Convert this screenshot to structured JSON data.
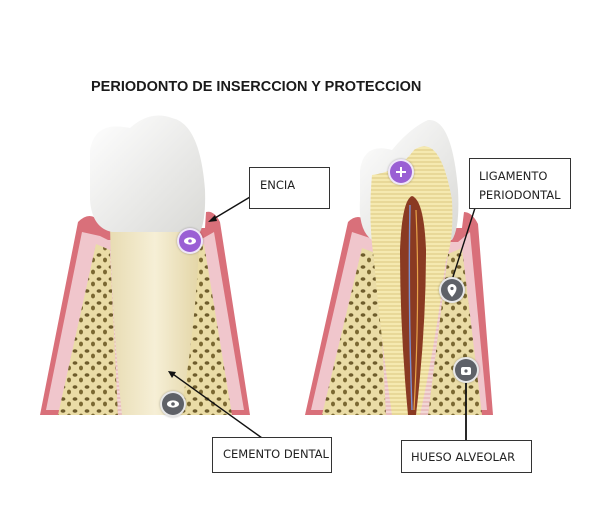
{
  "title": "PERIODONTO DE INSERCCION Y PROTECCION",
  "labels": {
    "encia": "ENCIA",
    "ligamento_line1": "LIGAMENTO",
    "ligamento_line2": "PERIODONTAL",
    "cemento": "CEMENTO DENTAL",
    "hueso": "HUESO ALVEOLAR"
  },
  "hotspots": [
    {
      "icon": "eye-icon",
      "color": "#9a5fd4"
    },
    {
      "icon": "eye-icon",
      "color": "#5e6168"
    },
    {
      "icon": "plus-icon",
      "color": "#9a5fd4"
    },
    {
      "icon": "location-pin-icon",
      "color": "#5e6168"
    },
    {
      "icon": "camera-icon",
      "color": "#5e6168"
    }
  ],
  "colors": {
    "gum": "#d9707a",
    "gum_inner": "#f0c6cc",
    "bone": "#efe3b2",
    "bone_spots": "#7a6a3a",
    "enamel": "#f4f4f2",
    "root": "#efe6c4",
    "dentin": "#f3e6a8",
    "pulp": "#8a3a22"
  }
}
